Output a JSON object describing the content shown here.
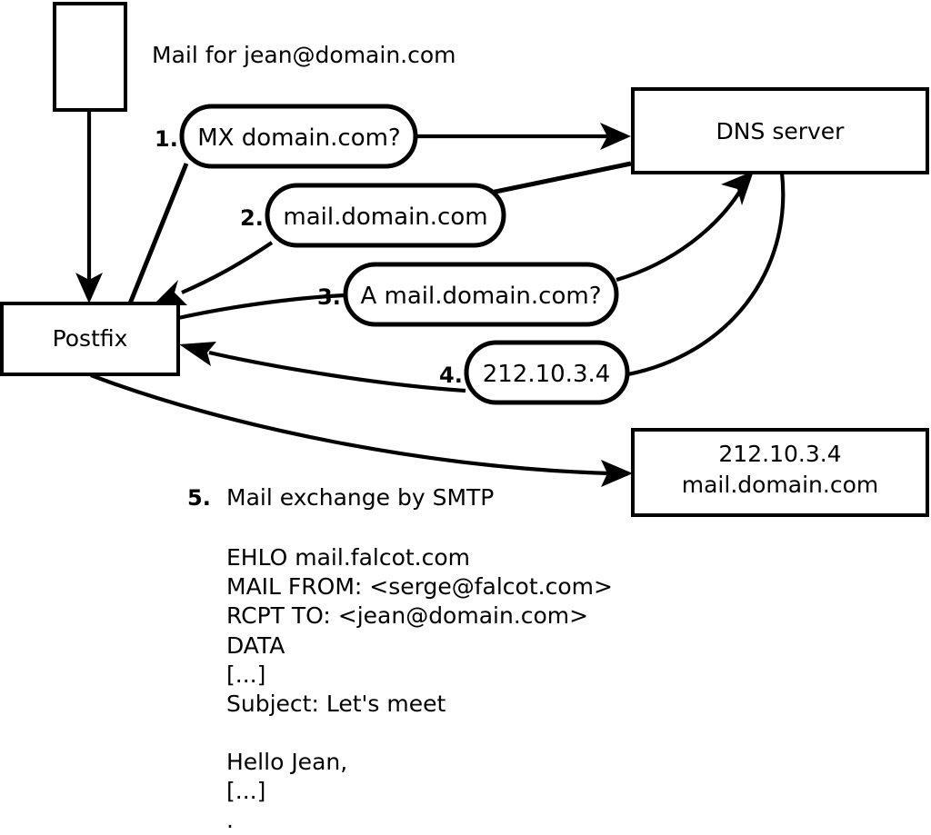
{
  "diagram": {
    "title_caption": "Mail for jean@domain.com",
    "nodes": {
      "sender_box": {
        "label": ""
      },
      "postfix": {
        "label": "Postfix"
      },
      "dns_server": {
        "label": "DNS server"
      },
      "mail_server": {
        "line1": "212.10.3.4",
        "line2": "mail.domain.com"
      }
    },
    "steps": [
      {
        "number": "1.",
        "text": "MX domain.com?"
      },
      {
        "number": "2.",
        "text": "mail.domain.com"
      },
      {
        "number": "3.",
        "text": "A mail.domain.com?"
      },
      {
        "number": "4.",
        "text": "212.10.3.4"
      }
    ],
    "step5": {
      "number": "5.",
      "text": "Mail exchange by SMTP"
    },
    "smtp_transcript": [
      "EHLO mail.falcot.com",
      "MAIL FROM: <serge@falcot.com>",
      "RCPT TO: <jean@domain.com>",
      "DATA",
      "[...]",
      "Subject: Let's meet",
      "",
      "Hello Jean,",
      "[...]",
      "."
    ],
    "colors": {
      "stroke": "#000000",
      "fill": "#ffffff",
      "text": "#000000"
    }
  }
}
